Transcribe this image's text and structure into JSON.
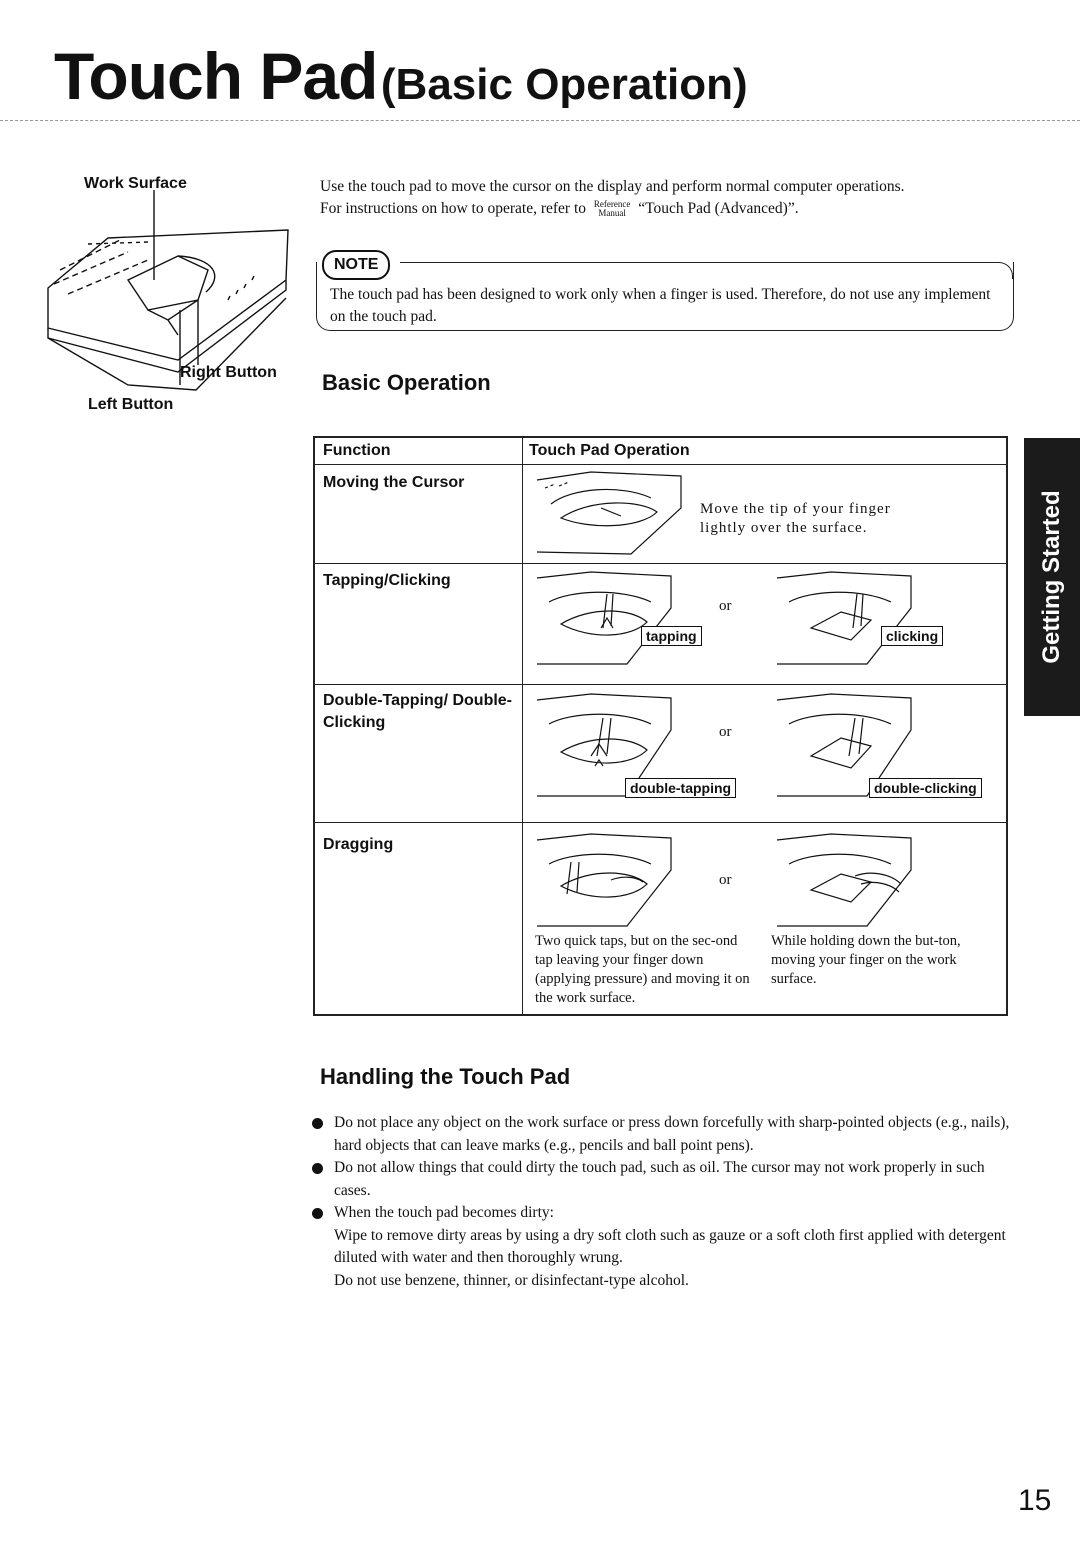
{
  "title": {
    "main": "Touch Pad",
    "sub": "(Basic Operation)"
  },
  "figure": {
    "work_surface_label": "Work Surface",
    "right_button_label": "Right Button",
    "left_button_label": "Left Button"
  },
  "intro": {
    "line1": "Use the touch pad to move the cursor on the display and perform normal computer operations.",
    "line2_before": "For instructions on how to operate, refer to",
    "ref_top": "Reference",
    "ref_bottom": "Manual",
    "line2_after": "“Touch Pad (Advanced)”."
  },
  "note": {
    "badge": "NOTE",
    "text": "The touch pad has been designed to work only when a finger is used.  Therefore, do not use any implement on the touch pad."
  },
  "basic_operation": {
    "heading": "Basic Operation",
    "col_function": "Function",
    "col_operation": "Touch Pad Operation",
    "or_word": "or",
    "rows": [
      {
        "function": "Moving the Cursor",
        "desc": "Move the tip of your finger lightly over the surface."
      },
      {
        "function": "Tapping/Clicking",
        "tag_a": "tapping",
        "tag_b": "clicking"
      },
      {
        "function": "Double-Tapping/ Double-Clicking",
        "tag_a": "double-tapping",
        "tag_b": "double-clicking"
      },
      {
        "function": "Dragging",
        "desc_a": "Two quick taps, but on the sec-ond tap leaving your finger down (applying pressure) and moving it on the work surface.",
        "desc_b": "While holding down the but-ton, moving your finger on the work surface."
      }
    ]
  },
  "handling": {
    "heading": "Handling the Touch Pad",
    "items": [
      "Do not place any object on the work surface or press down forcefully with sharp-pointed objects (e.g., nails), hard objects that can leave marks (e.g., pencils and ball point pens).",
      "Do not allow things that could dirty the touch pad, such as oil.  The cursor may not work properly in such cases.",
      "When the touch pad becomes dirty:"
    ],
    "dirty_line1": "Wipe to remove dirty areas by using a dry soft cloth such as gauze or a soft cloth first applied with detergent diluted with water and then thoroughly wrung.",
    "dirty_line2": "Do not use benzene, thinner, or disinfectant-type alcohol."
  },
  "side_tab": "Getting Started",
  "page_number": "15"
}
